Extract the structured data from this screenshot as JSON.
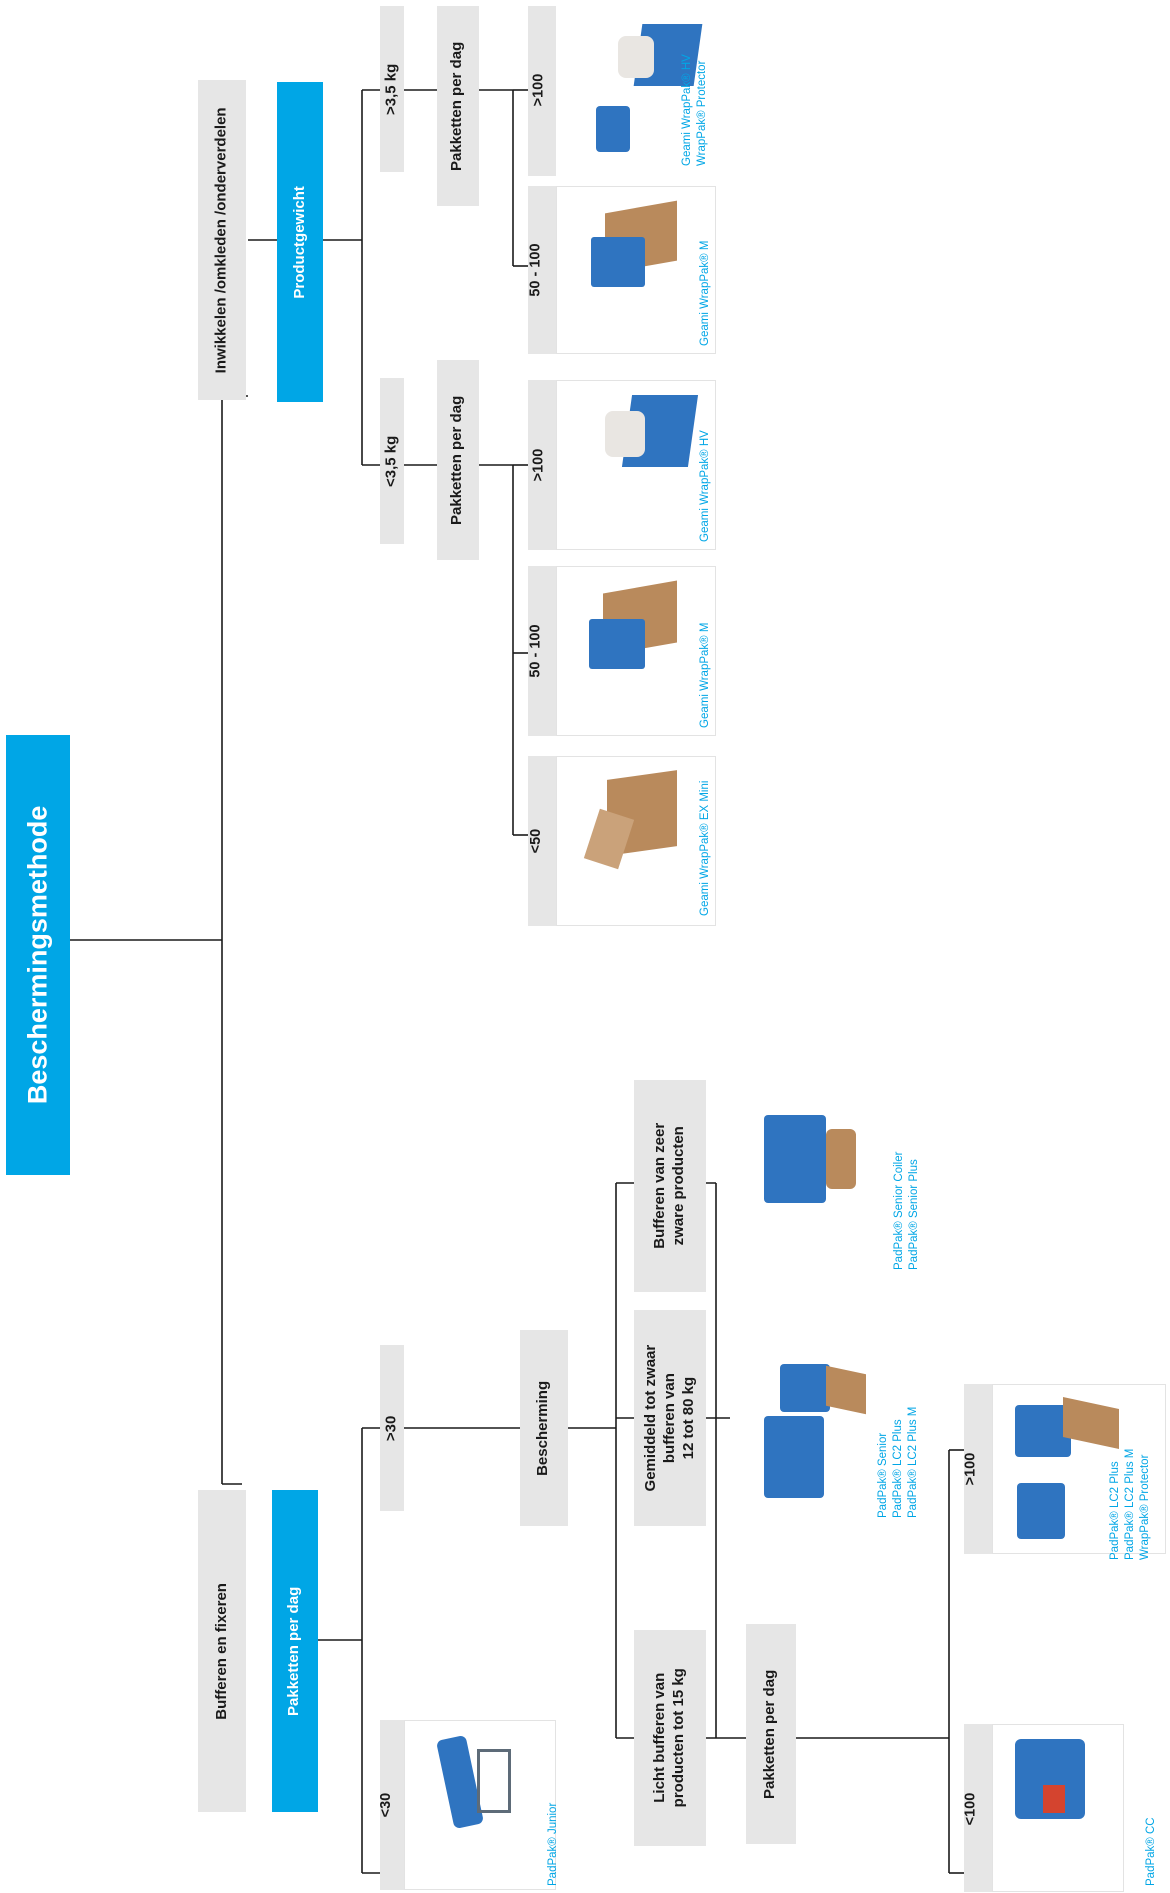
{
  "title": "Beschermingsmethode",
  "branches": {
    "wrap": {
      "label": "Inwikkelen /omkleden /onderverdelen",
      "criterion": "Productgewicht",
      "light": {
        "weight": "<3,5 kg",
        "criterion": "Pakketten per dag",
        "options": [
          {
            "range": "<50",
            "product": "Geami WrapPak® EX Mini"
          },
          {
            "range": "50 - 100",
            "product": "Geami WrapPak® M"
          },
          {
            "range": ">100",
            "product": "Geami WrapPak® HV"
          }
        ]
      },
      "heavy": {
        "weight": ">3,5 kg",
        "criterion": "Pakketten per dag",
        "options": [
          {
            "range": "50 - 100",
            "product": "Geami WrapPak® M"
          },
          {
            "range": ">100",
            "product_line1": "Geami WrapPak® HV",
            "product_line2": "WrapPak® Protector"
          }
        ]
      }
    },
    "buffer": {
      "label": "Bufferen en fixeren",
      "criterion": "Pakketten per dag",
      "low": {
        "range": "<30",
        "product": "PadPak® Junior"
      },
      "high": {
        "range": ">30",
        "criterion": "Bescherming",
        "light": {
          "label_line1": "Licht bufferen van",
          "label_line2": "producten tot 15 kg",
          "criterion": "Pakketten per dag",
          "low": {
            "range": "<100",
            "product": "PadPak® CC"
          },
          "high": {
            "range": ">100",
            "product_line1": "PadPak® LC2 Plus",
            "product_line2": "PadPak® LC2 Plus M",
            "product_line3": "WrapPak® Protector"
          }
        },
        "medium": {
          "label_line1": "Gemiddeld tot zwaar",
          "label_line2": "bufferen van",
          "label_line3": "12 tot 80 kg",
          "product_line1": "PadPak® Senior",
          "product_line2": "PadPak® LC2 Plus",
          "product_line3": "PadPak® LC2 Plus M"
        },
        "heavy": {
          "label_line1": "Bufferen van zeer",
          "label_line2": "zware producten",
          "product_line1": "PadPak® Senior Coiler",
          "product_line2": "PadPak® Senior Plus"
        }
      }
    }
  },
  "colors": {
    "accent": "#00a6e6",
    "box": "#e6e6e6",
    "line": "#1a1a1a",
    "machine": "#2f74c0",
    "paper": "#b98a5c"
  }
}
